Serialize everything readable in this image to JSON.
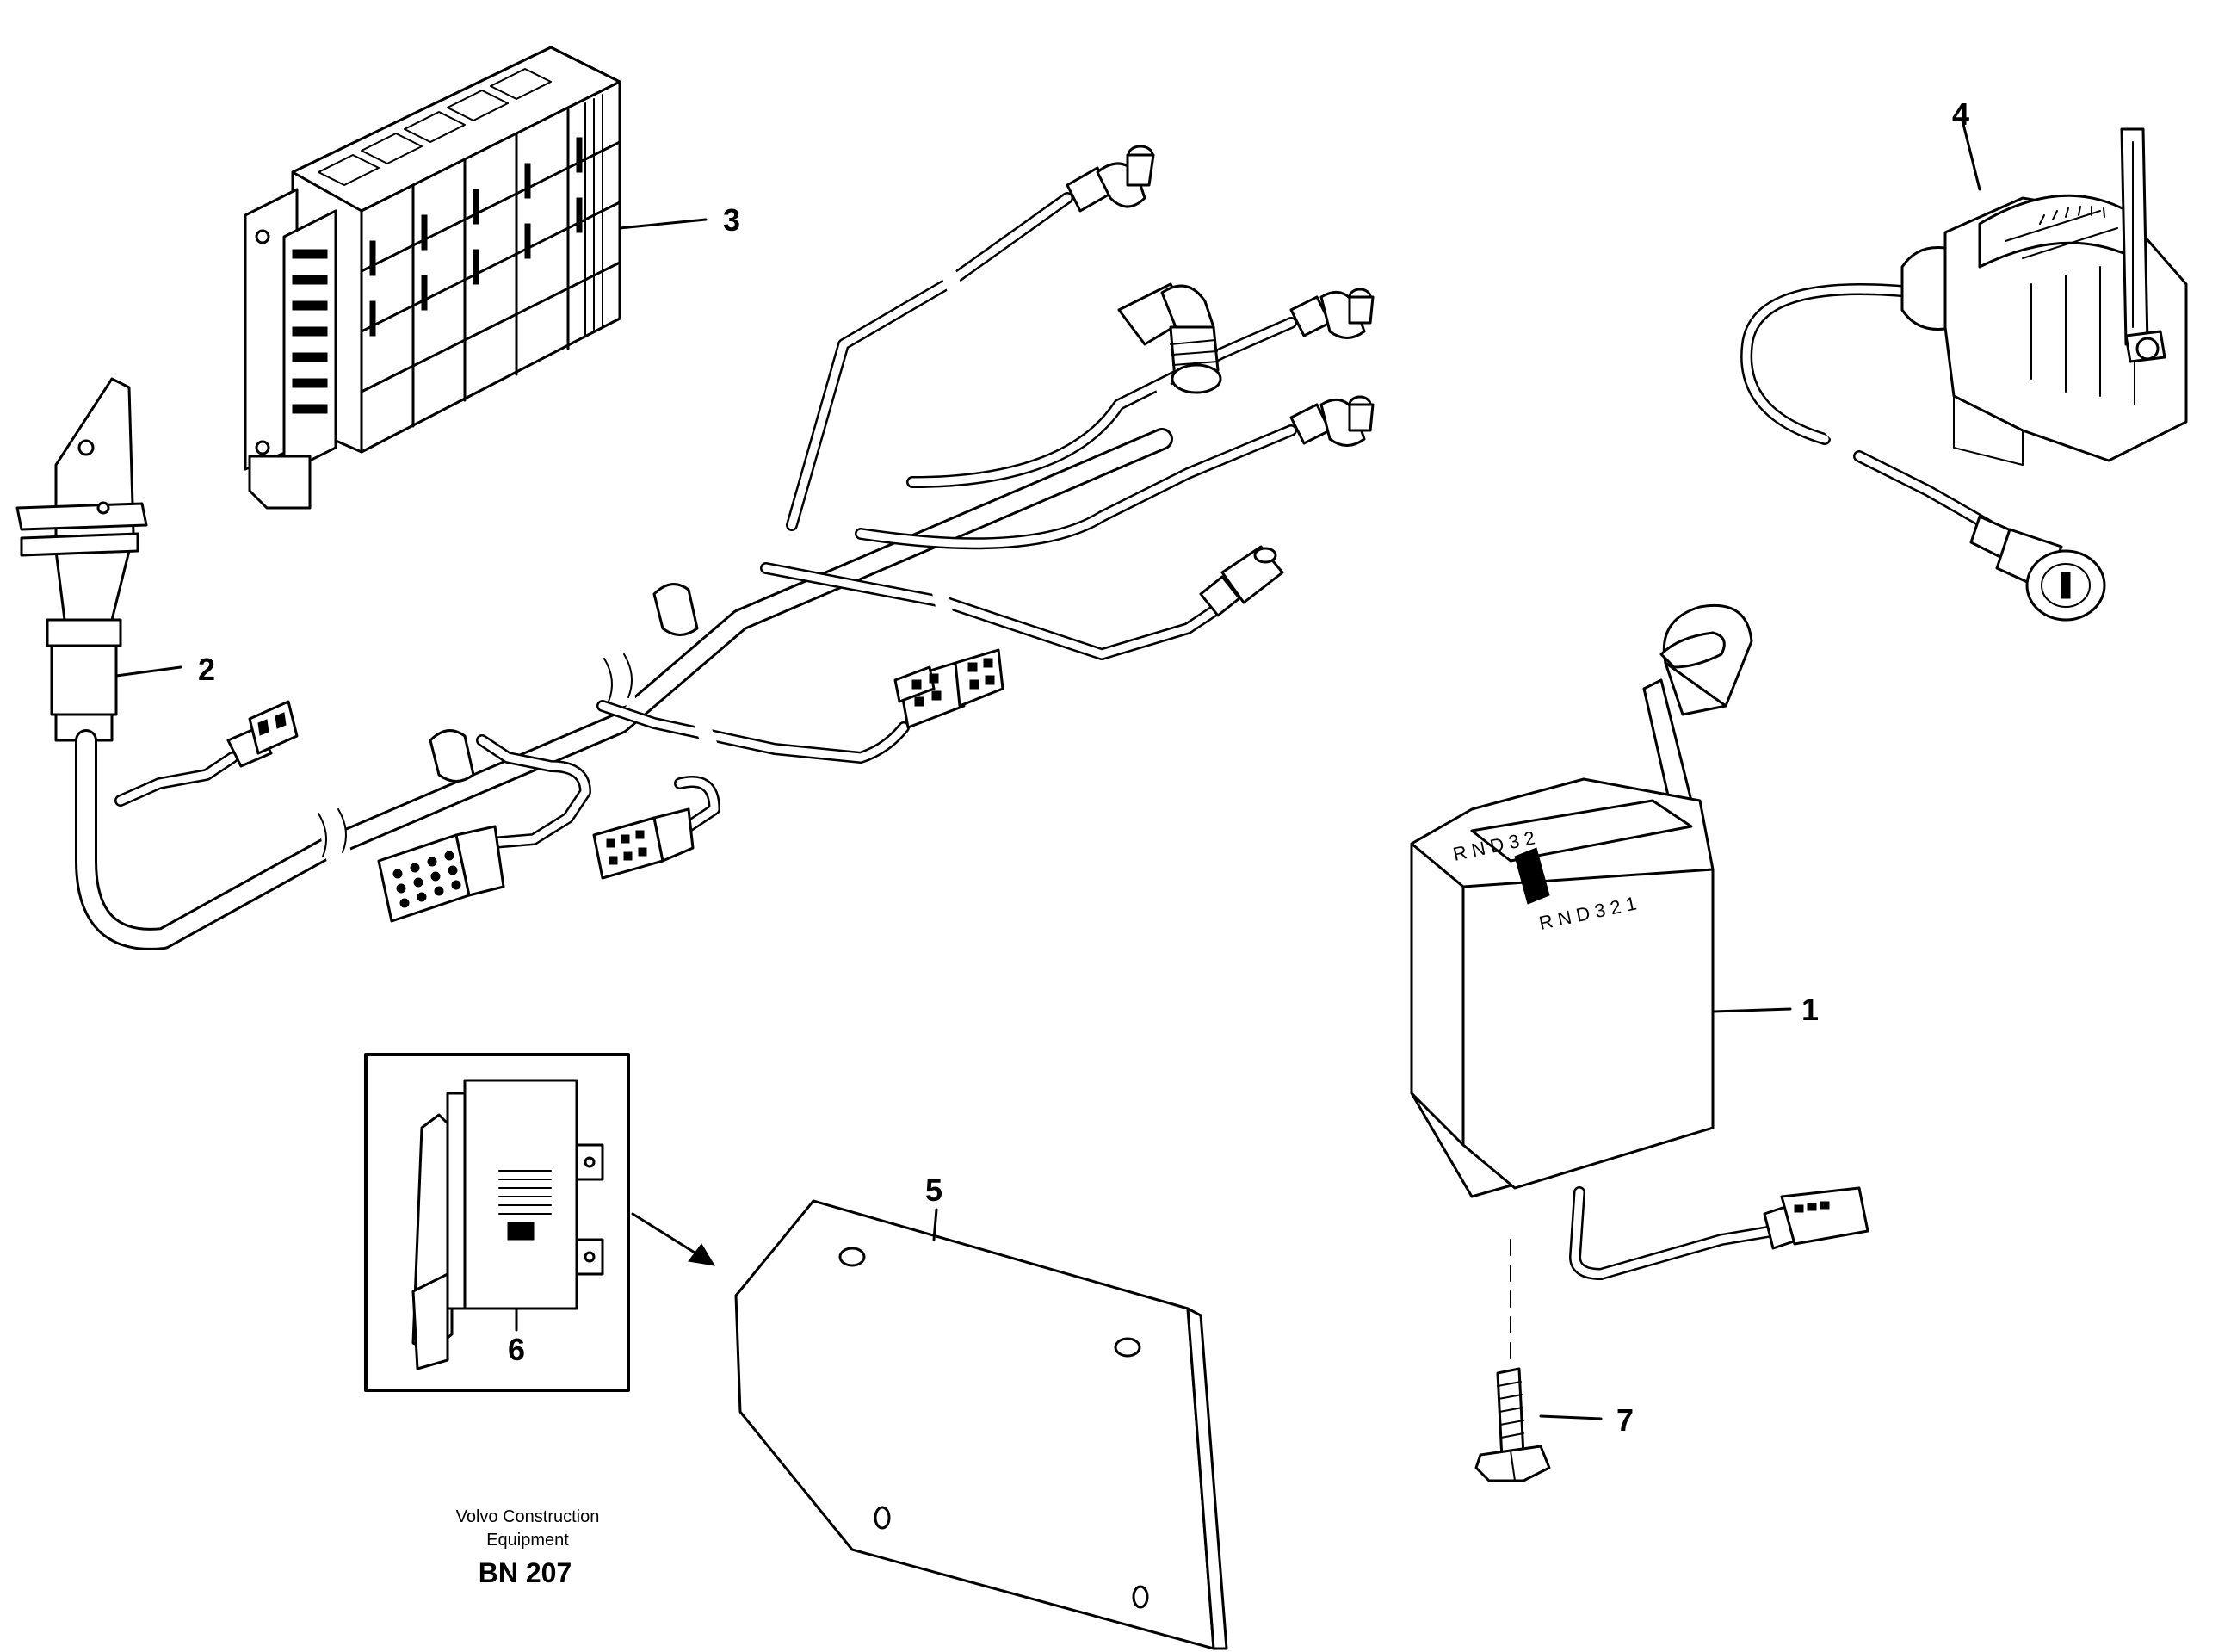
{
  "callouts": [
    {
      "id": "1",
      "label": "1"
    },
    {
      "id": "2",
      "label": "2"
    },
    {
      "id": "3",
      "label": "3"
    },
    {
      "id": "4",
      "label": "4"
    },
    {
      "id": "5",
      "label": "5"
    },
    {
      "id": "6",
      "label": "6"
    },
    {
      "id": "7",
      "label": "7"
    }
  ],
  "footer": {
    "brand_line1": "Volvo Construction",
    "brand_line2": "Equipment",
    "code": "BN 207"
  },
  "lever_markings": {
    "top": "R N D 3 2",
    "front": "R N D 3 2 1"
  }
}
